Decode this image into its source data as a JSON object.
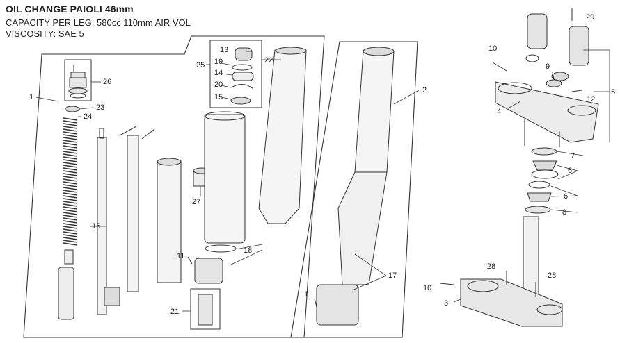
{
  "header": {
    "title": "OIL CHANGE PAIOLI 46mm",
    "capacity": "CAPACITY PER LEG: 580cc 110mm AIR VOL",
    "viscosity": "VISCOSITY: SAE 5"
  },
  "callouts": {
    "c1": "1",
    "c2": "2",
    "c3": "3",
    "c4": "4",
    "c5": "5",
    "c6a": "6",
    "c6b": "6",
    "c7": "7",
    "c8": "8",
    "c9": "9",
    "c10a": "10",
    "c10b": "10",
    "c11a": "11",
    "c11b": "11",
    "c12": "12",
    "c13": "13",
    "c14": "14",
    "c15": "15",
    "c16": "16",
    "c17": "17",
    "c18": "18",
    "c19": "19",
    "c20": "20",
    "c21": "21",
    "c22": "22",
    "c23": "23",
    "c24": "24",
    "c25": "25",
    "c26": "26",
    "c27": "27",
    "c28a": "28",
    "c28b": "28",
    "c29": "29"
  }
}
